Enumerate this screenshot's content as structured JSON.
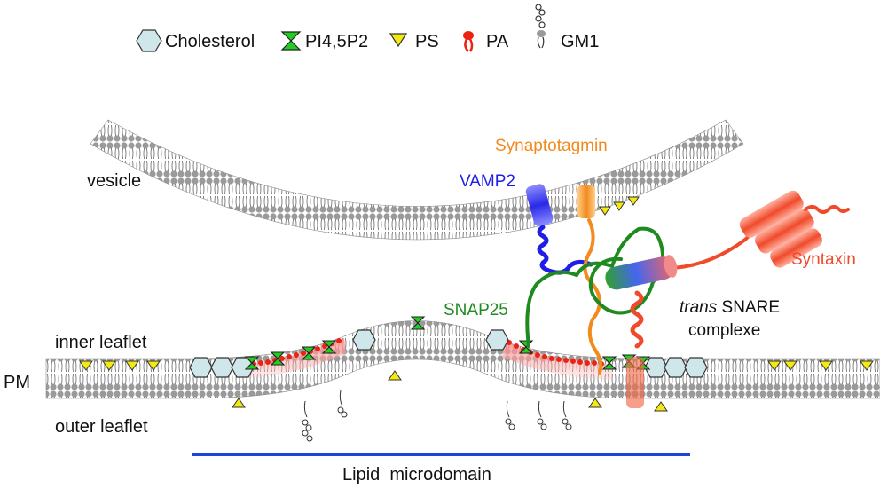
{
  "legend": {
    "cholesterol": "Cholesterol",
    "pip2": "PI4,5P2",
    "ps": "PS",
    "pa": "PA",
    "gm1": "GM1"
  },
  "labels": {
    "vesicle": "vesicle",
    "synaptotagmin": "Synaptotagmin",
    "vamp2": "VAMP2",
    "syntaxin": "Syntaxin",
    "snap25": "SNAP25",
    "trans_italic": "trans",
    "snare_rest": " SNARE",
    "complexe": "complexe",
    "inner_leaflet": "inner leaflet",
    "pm": "PM",
    "outer_leaflet": "outer leaflet",
    "lipid_microdomain": "Lipid  microdomain"
  },
  "colors": {
    "lipid_head": "#9a9a9a",
    "lipid_tail": "#666666",
    "cholesterol": "#cfe6ea",
    "pip2": "#22cc22",
    "ps": "#f2ea10",
    "pa": "#ee2211",
    "vamp2": "#1e1ee6",
    "synaptotagmin": "#f28a1e",
    "syntaxin": "#f04a2a",
    "snap25": "#1f8a1f",
    "microdomain_line": "#1f44dd"
  }
}
